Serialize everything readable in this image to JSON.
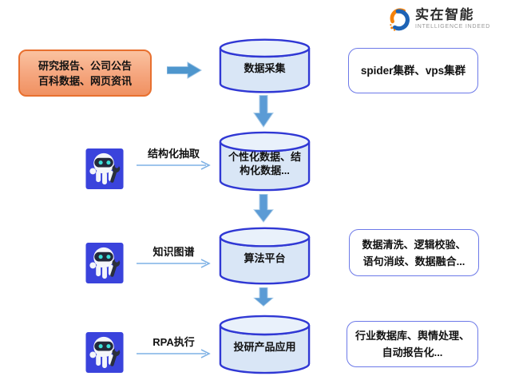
{
  "logo": {
    "brand": "实在智能",
    "tagline": "INTELLIGENCE INDEED"
  },
  "source_box": {
    "line1": "研究报告、公司公告",
    "line2": "百科数据、网页资讯"
  },
  "stages": {
    "collect": {
      "title": "数据采集"
    },
    "personal": {
      "line1": "个性化数据、结",
      "line2": "构化数据..."
    },
    "algo": {
      "title": "算法平台"
    },
    "product": {
      "title": "投研产品应用"
    }
  },
  "processes": {
    "extract": {
      "label": "结构化抽取"
    },
    "kg": {
      "label": "知识图谱"
    },
    "rpa": {
      "label": "RPA执行"
    }
  },
  "notes": {
    "spider": {
      "line1": "spider集群、vps集群"
    },
    "clean": {
      "line1": "数据清洗、逻辑校验、",
      "line2": "语句消歧、数据融合..."
    },
    "industry": {
      "line1": "行业数据库、舆情处理、",
      "line2": "自动报告化..."
    }
  },
  "icons": {
    "logo_swirl": "logo-swirl-icon",
    "robot": "robot-octopus-icon",
    "flow_arrow_right": "flow-arrow-right-icon",
    "flow_arrow_down": "flow-arrow-down-icon",
    "thin_arrow_right": "thin-arrow-right-icon"
  },
  "colors": {
    "source_fill_top": "#FAC2A0",
    "source_fill_bottom": "#F09161",
    "source_border": "#E8702F",
    "cylinder_fill": "#D9E6F6",
    "cylinder_lid": "#E9F1FB",
    "cylinder_border": "#3038D4",
    "note_border": "#6C79E8",
    "block_arrow": "#5B9BD5",
    "thin_arrow": "#7FB2E5",
    "bot_background": "#3A43DC",
    "bot_eyes": "#3BE0D9",
    "logo_orange": "#F5820B",
    "logo_blue": "#1E63B5"
  }
}
